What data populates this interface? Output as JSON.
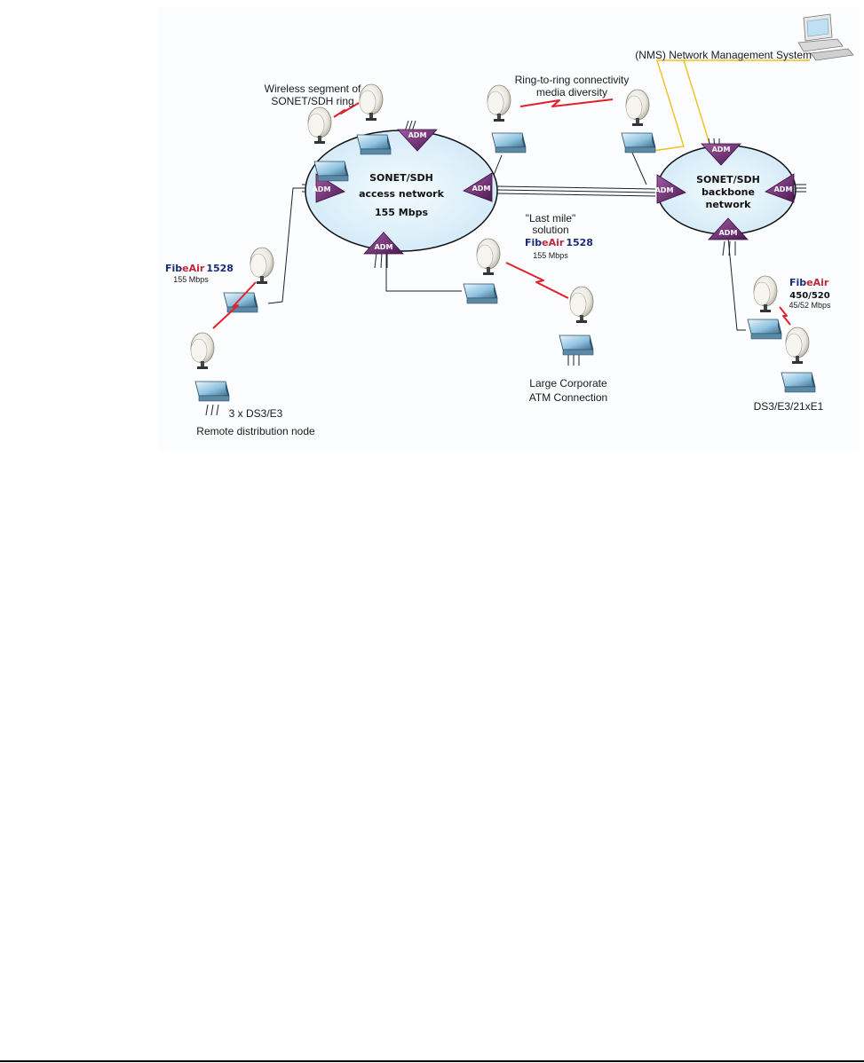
{
  "labels": {
    "nms": "(NMS) Network Management System",
    "wireless_segment_line1": "Wireless segment of",
    "wireless_segment_line2": "SONET/SDH ring",
    "ring_to_ring_line1": "Ring-to-ring connectivity",
    "ring_to_ring_line2": "media diversity",
    "last_mile_line1": "\"Last mile\"",
    "last_mile_line2": "solution",
    "remote_node_line1": "3 x DS3/E3",
    "remote_node_line2": "Remote distribution node",
    "corporate_line1": "Large Corporate",
    "corporate_line2": "ATM Connection",
    "ds3_e3_e1": "DS3/E3/21xE1"
  },
  "rings": {
    "access_line1": "SONET/SDH",
    "access_line2": "access network",
    "access_line3": "155 Mbps",
    "backbone_line1": "SONET/SDH",
    "backbone_line2": "backbone",
    "backbone_line3": "network"
  },
  "adm_label": "ADM",
  "brand": {
    "part_a": "Fib",
    "part_b": "eAir",
    "model_1528": "1528",
    "model_450": "450/520",
    "rate_155": "155 Mbps",
    "rate_45_52": "45/52 Mbps"
  },
  "colors": {
    "adm": "#6b2b6e",
    "ring_fill": "#dff1fa",
    "link_red": "#e0202a",
    "nms_line": "#f0c020",
    "brand_blue": "#1c2a78",
    "brand_red": "#c0283a"
  }
}
